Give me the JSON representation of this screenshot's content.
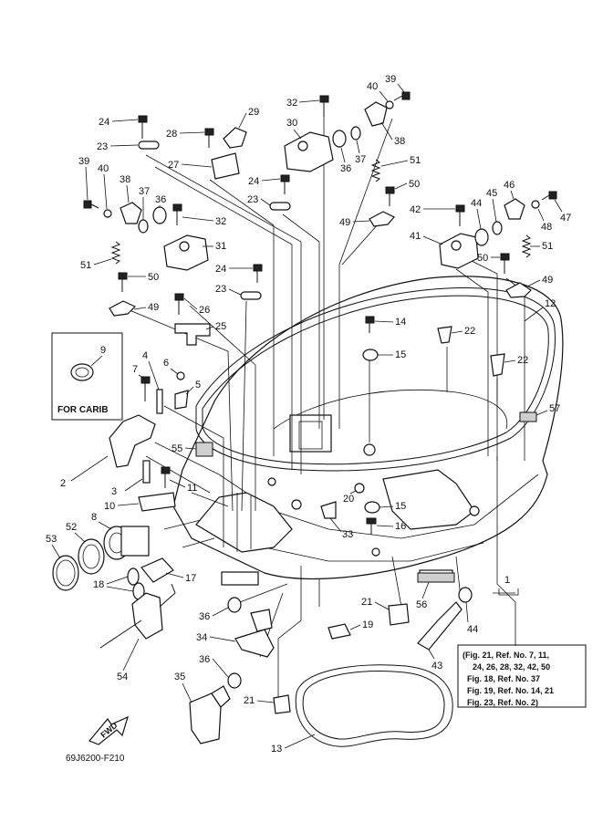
{
  "callouts": {
    "c1": "1",
    "c2": "2",
    "c3": "3",
    "c4": "4",
    "c5": "5",
    "c6": "6",
    "c7": "7",
    "c8": "8",
    "c9": "9",
    "c10": "10",
    "c11": "11",
    "c12": "12",
    "c13": "13",
    "c14": "14",
    "c15a": "15",
    "c15b": "15",
    "c16": "16",
    "c17": "17",
    "c18": "18",
    "c19": "19",
    "c20": "20",
    "c21a": "21",
    "c21b": "21",
    "c22a": "22",
    "c22b": "22",
    "c23a": "23",
    "c23b": "23",
    "c23c": "23",
    "c24a": "24",
    "c24b": "24",
    "c24c": "24",
    "c25": "25",
    "c26": "26",
    "c27": "27",
    "c28": "28",
    "c29": "29",
    "c30": "30",
    "c31": "31",
    "c32a": "32",
    "c32b": "32",
    "c33": "33",
    "c34": "34",
    "c35": "35",
    "c36a": "36",
    "c36b": "36",
    "c36c": "36",
    "c36d": "36",
    "c37a": "37",
    "c37b": "37",
    "c38a": "38",
    "c38b": "38",
    "c39a": "39",
    "c39b": "39",
    "c40a": "40",
    "c40b": "40",
    "c41": "41",
    "c42": "42",
    "c43": "43",
    "c44a": "44",
    "c44b": "44",
    "c45": "45",
    "c46": "46",
    "c47": "47",
    "c48": "48",
    "c49a": "49",
    "c49b": "49",
    "c49c": "49",
    "c50a": "50",
    "c50b": "50",
    "c50c": "50",
    "c51a": "51",
    "c51b": "51",
    "c51c": "51",
    "c52": "52",
    "c53": "53",
    "c54": "54",
    "c55": "55",
    "c56": "56",
    "c57": "57"
  },
  "inset_label": "FOR CARIB",
  "reference_note": {
    "line1": "(Fig. 21, Ref. No. 7, 11,",
    "line2": "24, 26, 28, 32, 42, 50",
    "line3": "Fig. 18, Ref. No. 37",
    "line4": "Fig. 19, Ref. No. 14, 21",
    "line5": "Fig. 23, Ref. No. 2)"
  },
  "fwd_label": "FWD",
  "diagram_code": "69J6200-F210"
}
